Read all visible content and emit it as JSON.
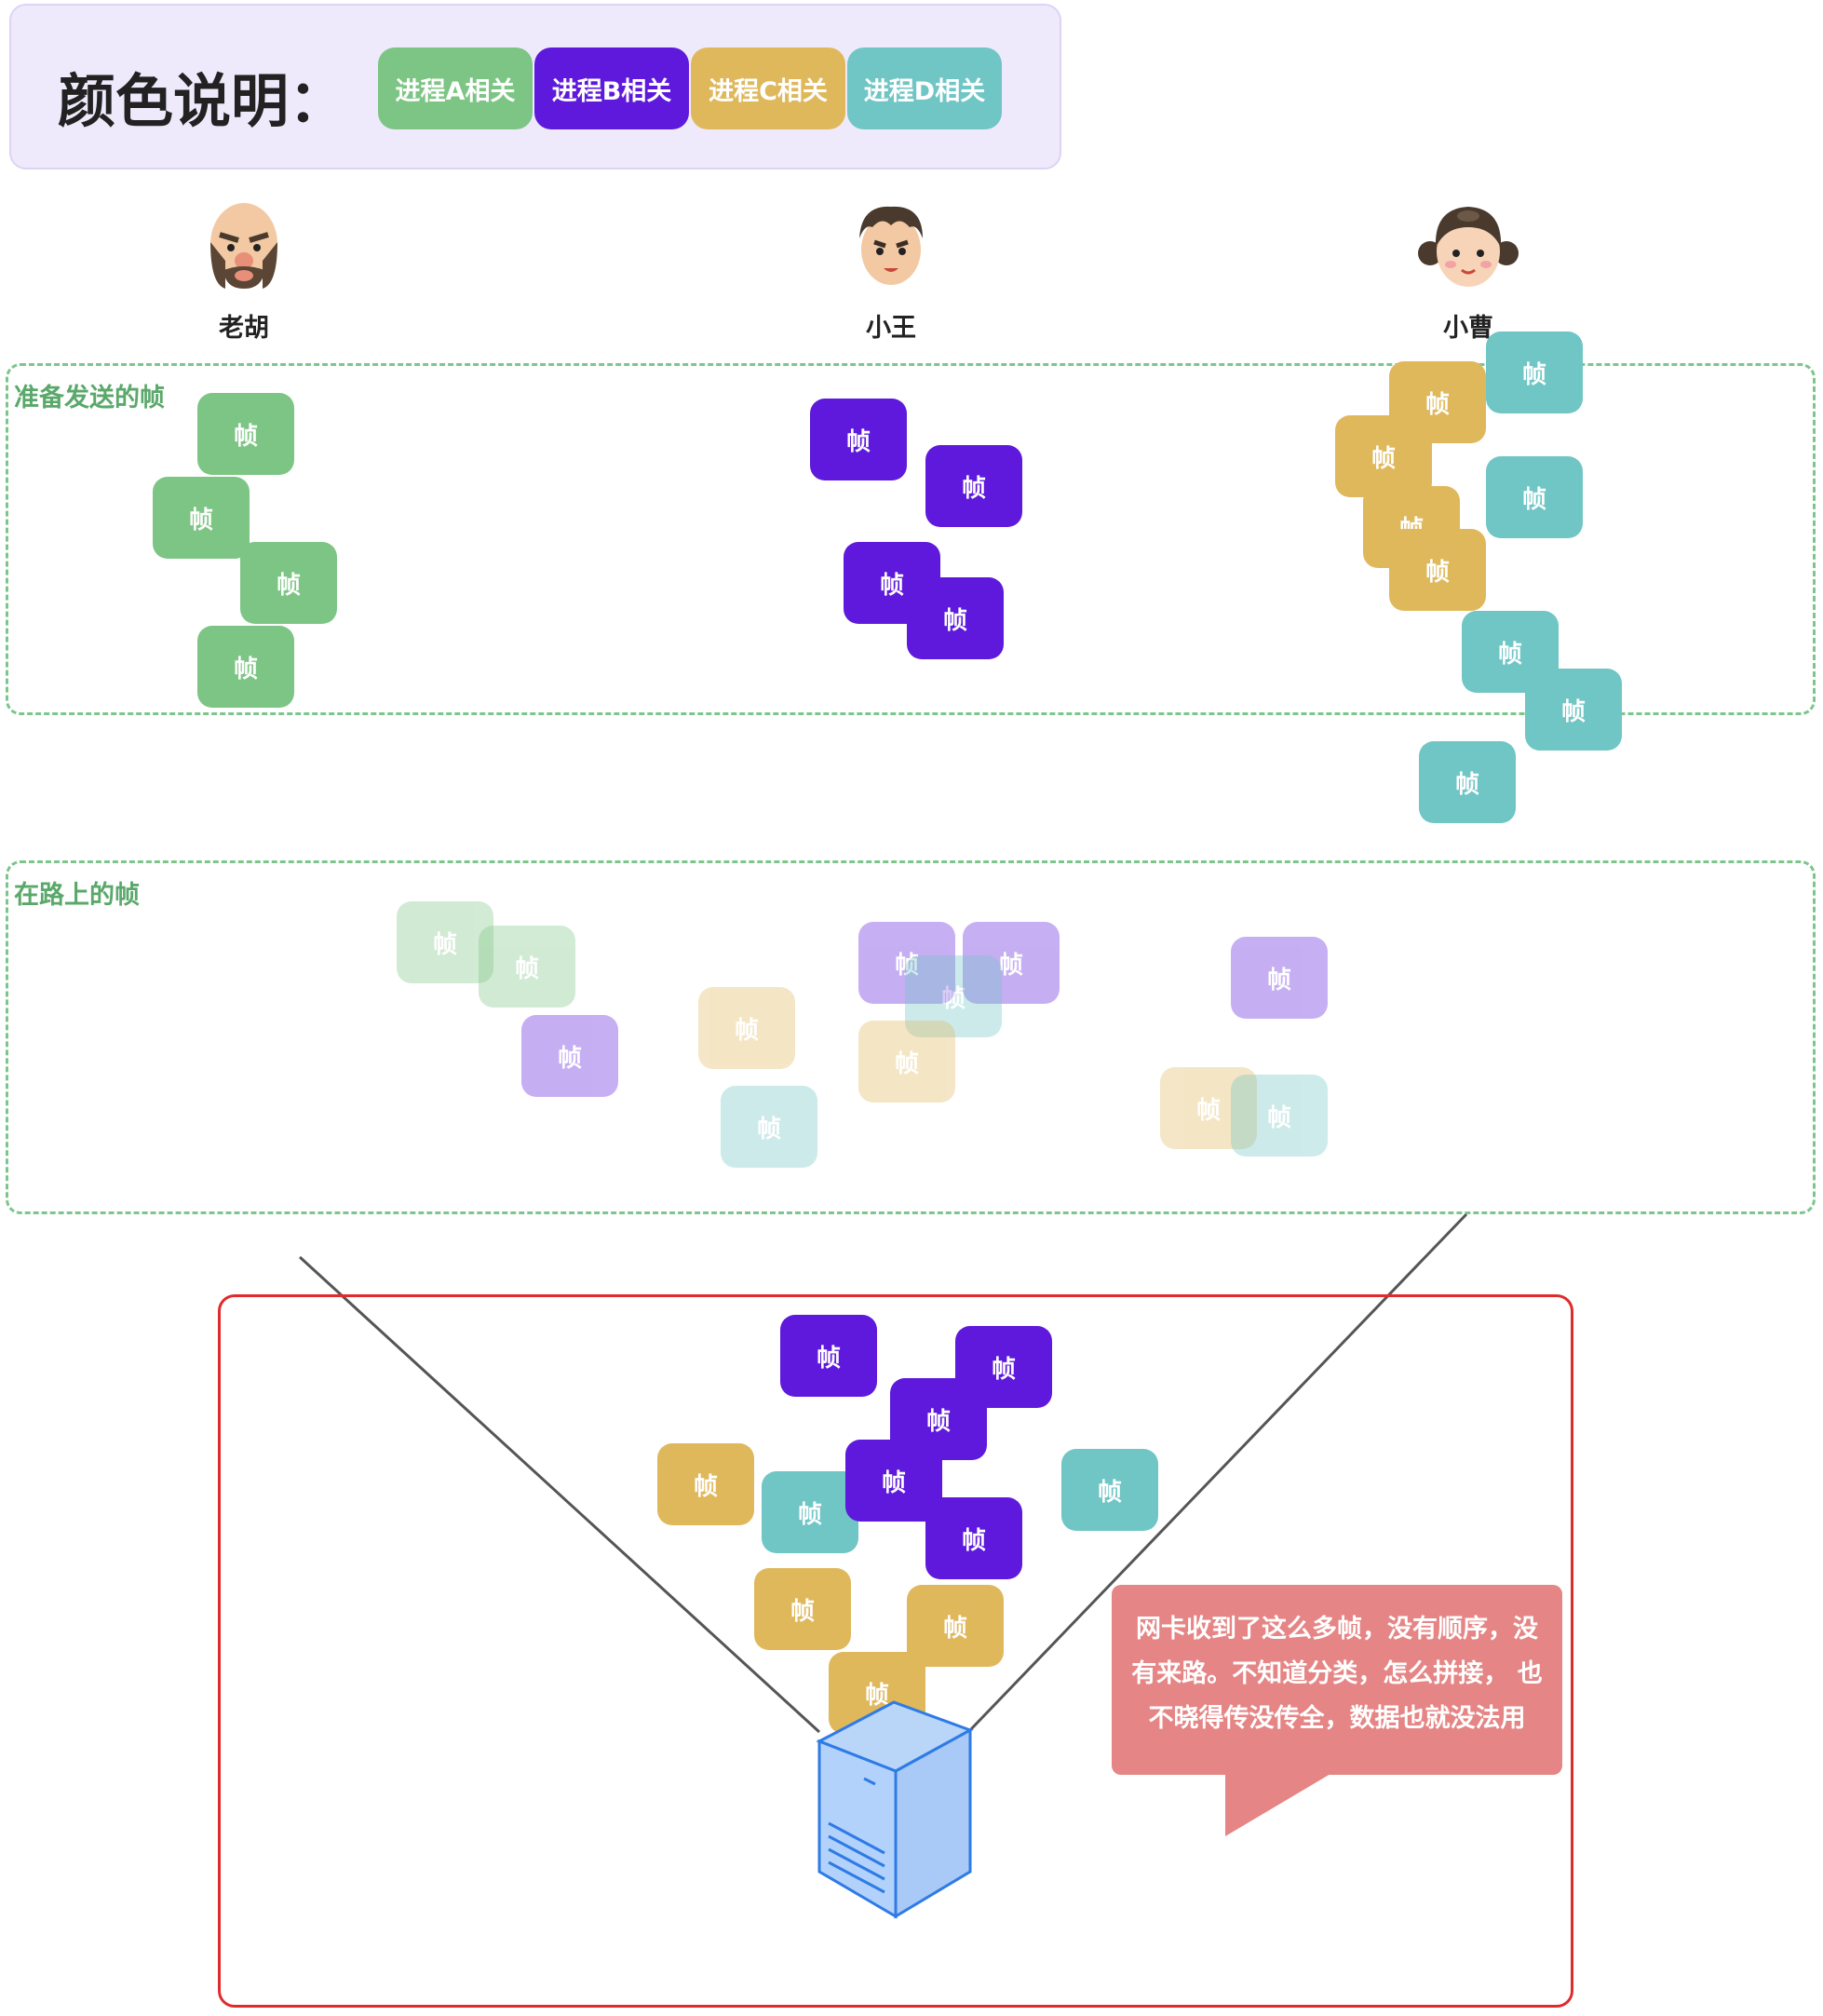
{
  "legend": {
    "title": "颜色说明：",
    "items": [
      {
        "label": "进程A相关",
        "color": "#7dc584"
      },
      {
        "label": "进程B相关",
        "color": "#5e19dc"
      },
      {
        "label": "进程C相关",
        "color": "#e0b85c"
      },
      {
        "label": "进程D相关",
        "color": "#70c5c5"
      }
    ]
  },
  "people": [
    {
      "name": "老胡"
    },
    {
      "name": "小王"
    },
    {
      "name": "小曹"
    }
  ],
  "zones": {
    "ready": "准备发送的帧",
    "inflight": "在路上的帧"
  },
  "frame_label": "帧",
  "colors": {
    "A": "#7dc584",
    "B": "#5e19dc",
    "C": "#e0b85c",
    "D": "#70c5c5"
  },
  "bubble": {
    "lines": [
      "网卡收到了这么多帧，没有顺序，没",
      "有来路。不知道分类，怎么拼接， 也",
      "不晓得传没传全，数据也就没法用"
    ]
  }
}
